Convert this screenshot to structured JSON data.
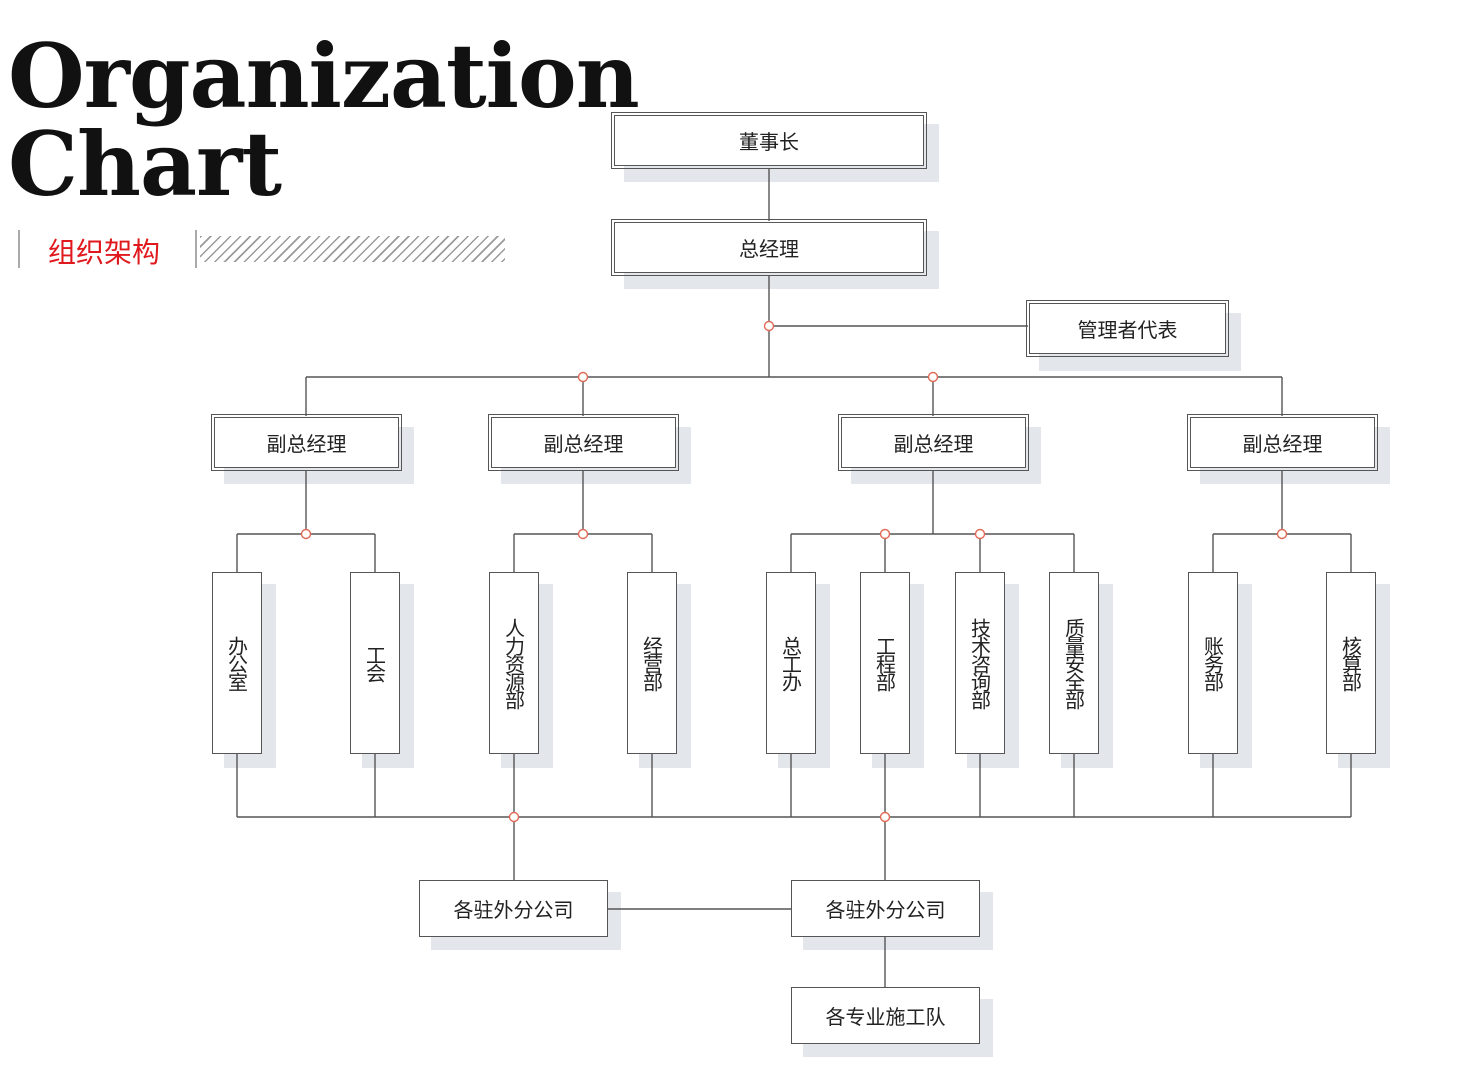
{
  "title": {
    "line1": "Organization",
    "line2": "Chart"
  },
  "subtitle": "组织架构",
  "nodes": {
    "chairman": "董事长",
    "gm": "总经理",
    "mgmt_rep": "管理者代表",
    "vp1": "副总经理",
    "vp2": "副总经理",
    "vp3": "副总经理",
    "vp4": "副总经理",
    "office": "办公室",
    "union": "工会",
    "hr": "人力资源部",
    "business": "经营部",
    "chief_eng": "总工办",
    "engineering": "工程部",
    "tech_consult": "技术咨询部",
    "quality_safety": "质量安全部",
    "accounts": "账务部",
    "audit": "核算部",
    "branch1": "各驻外分公司",
    "branch2": "各驻外分公司",
    "teams": "各专业施工队"
  },
  "colors": {
    "accent": "#e0191e",
    "line": "#555555",
    "shadow": "#e3e6ea",
    "junction": "#e06a55"
  }
}
